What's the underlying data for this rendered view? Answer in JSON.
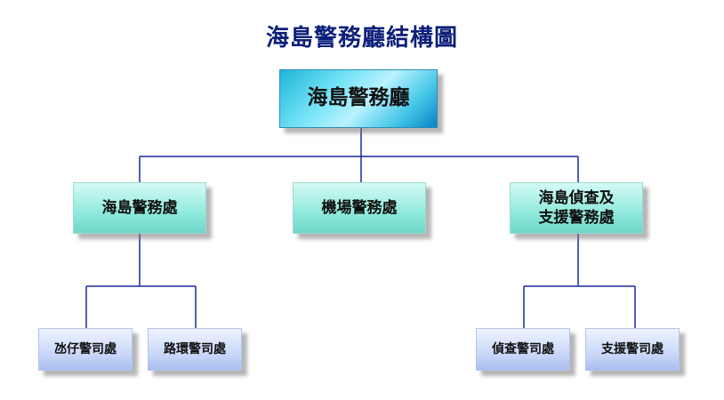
{
  "chart": {
    "title": "海島警務廳結構圖",
    "root": {
      "label": "海島警務廳"
    },
    "divisions": [
      {
        "label": "海島警務處",
        "stations": [
          {
            "label": "氹仔警司處"
          },
          {
            "label": "路環警司處"
          }
        ]
      },
      {
        "label": "機場警務處",
        "stations": []
      },
      {
        "label": "海島偵查及\n支援警務處",
        "stations": [
          {
            "label": "偵查警司處"
          },
          {
            "label": "支援警司處"
          }
        ]
      }
    ]
  },
  "colors": {
    "connector": "#1c2a9c",
    "title": "#0b1f7a"
  }
}
